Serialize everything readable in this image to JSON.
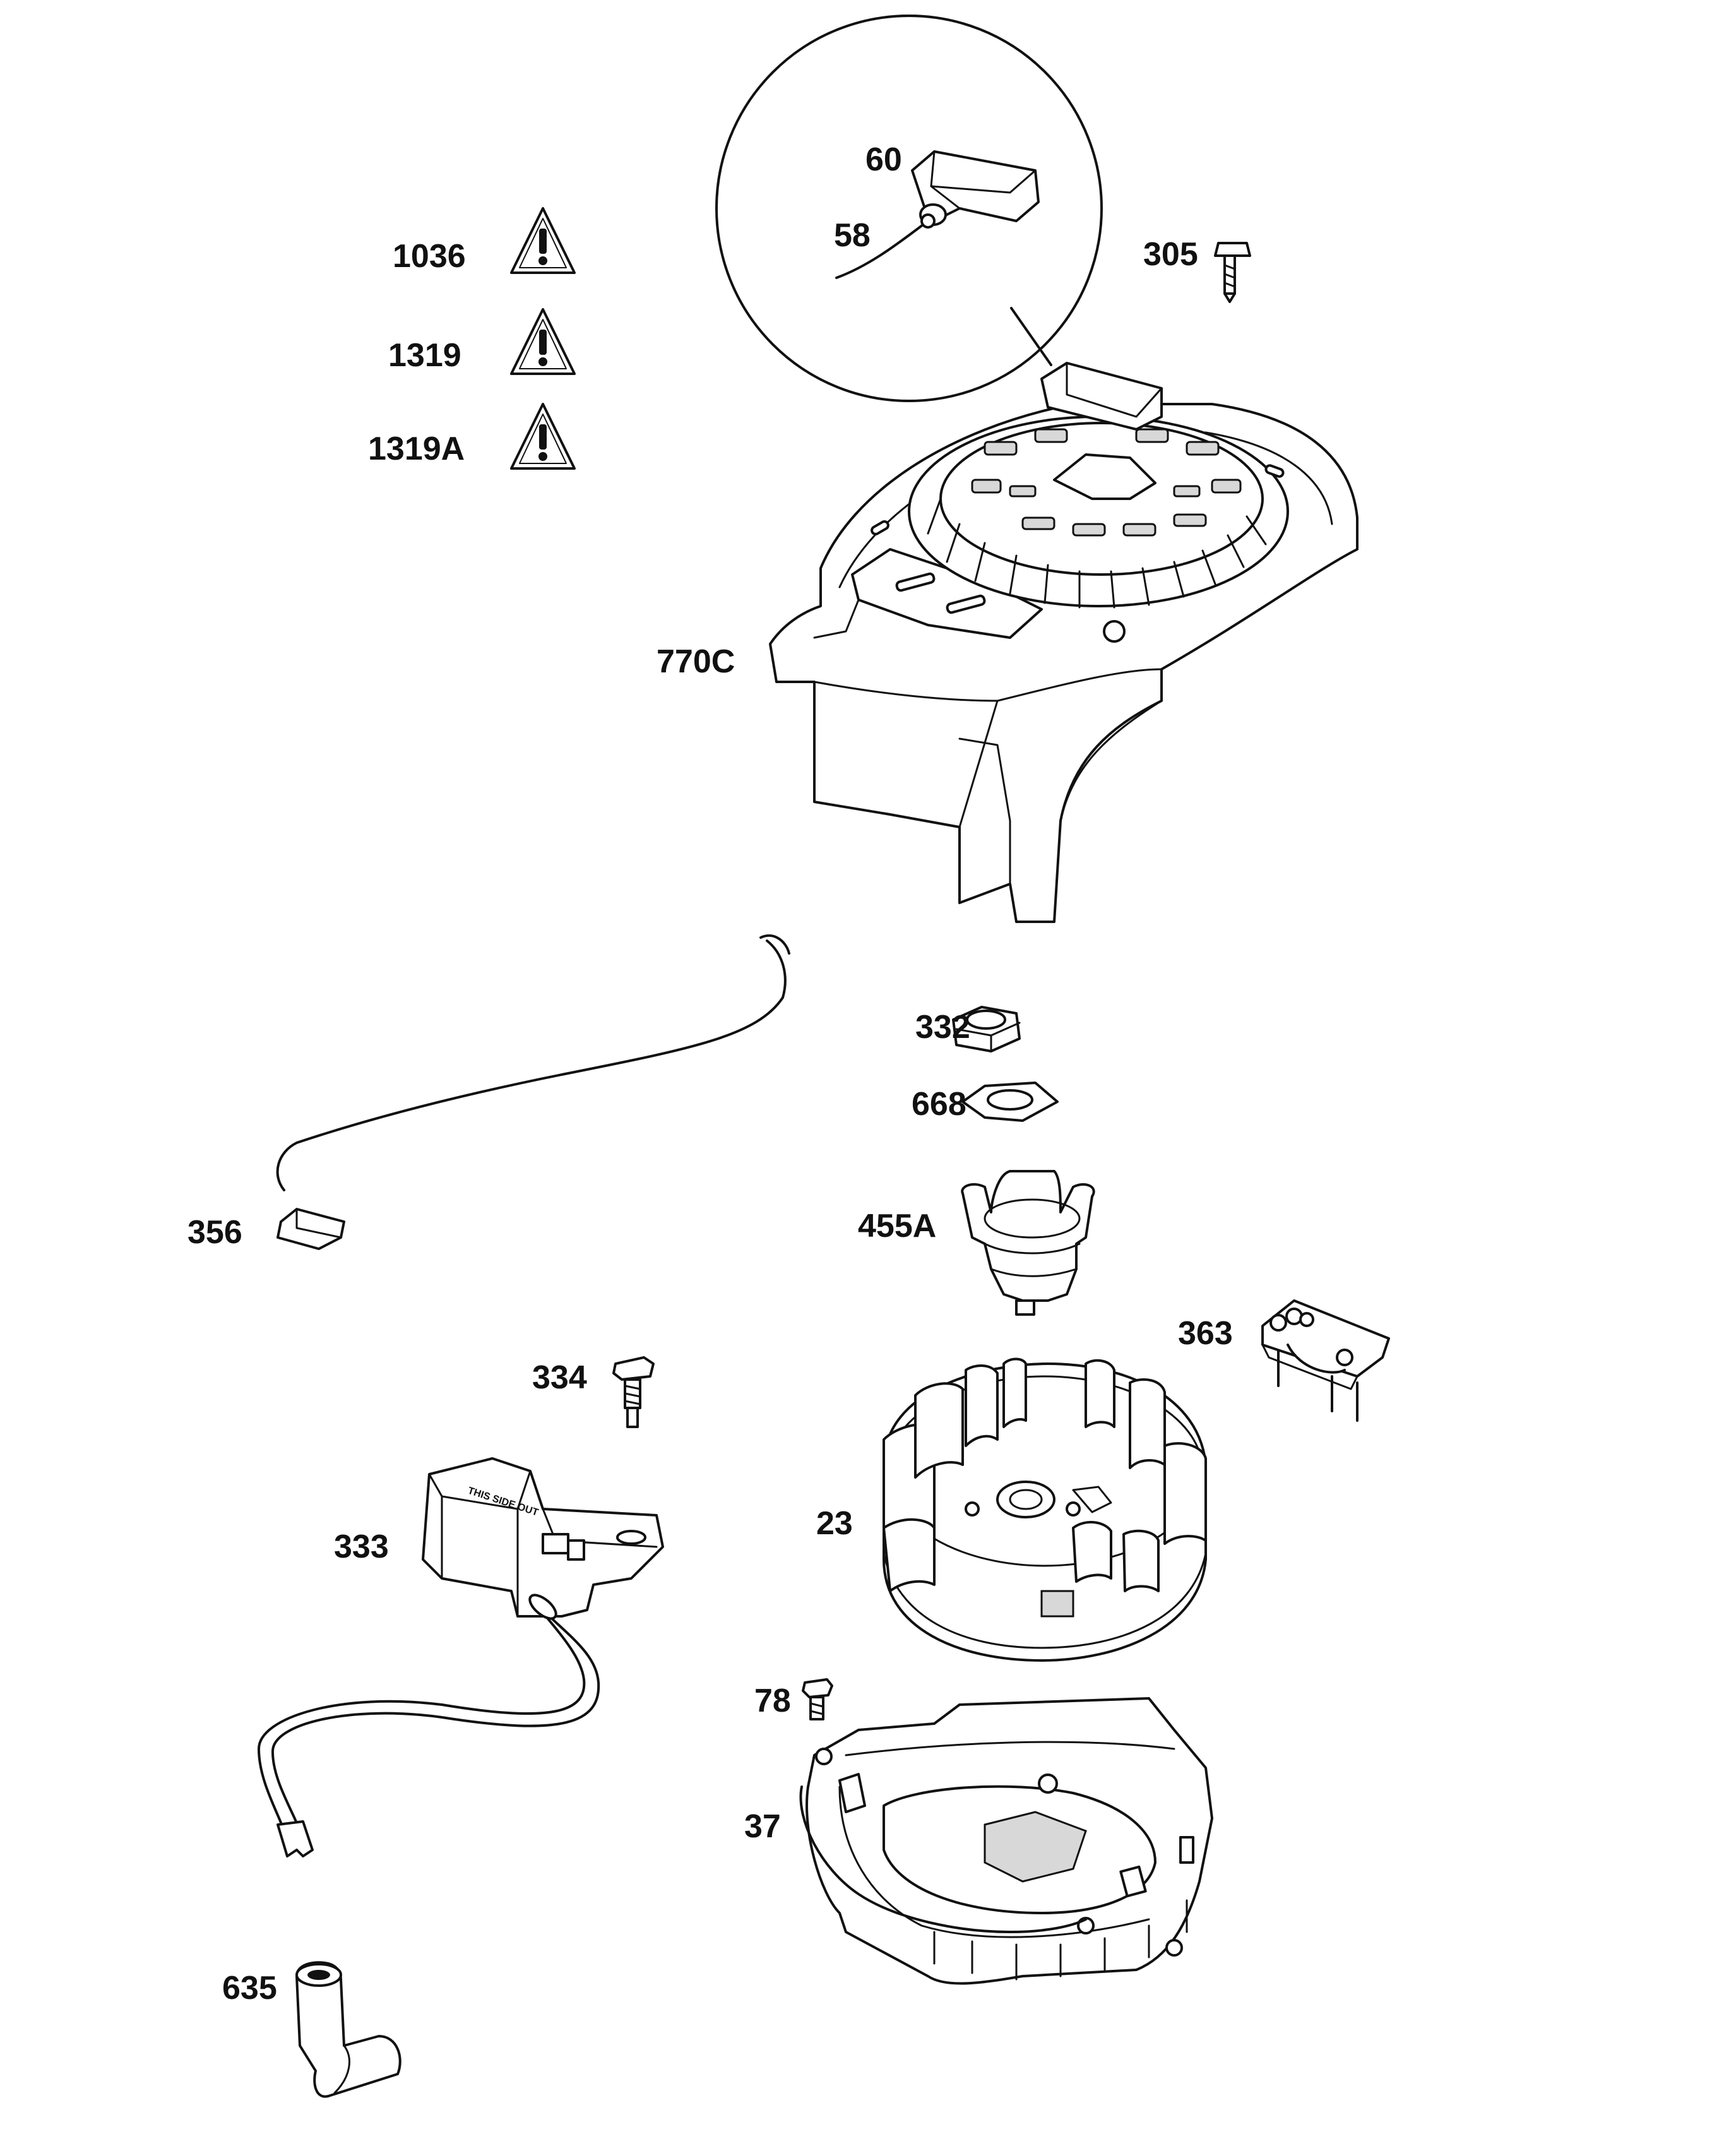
{
  "parts": {
    "p60": "60",
    "p58": "58",
    "p305": "305",
    "p1036": "1036",
    "p1319": "1319",
    "p1319a": "1319A",
    "p770c": "770C",
    "p332": "332",
    "p668": "668",
    "p356": "356",
    "p455a": "455A",
    "p363": "363",
    "p334": "334",
    "p333": "333",
    "p23": "23",
    "p78": "78",
    "p37": "37",
    "p635": "635"
  },
  "coil_print": "THIS SIDE OUT",
  "icons": {
    "warning": "warning-triangle-icon"
  },
  "colors": {
    "line": "#111111",
    "background": "#ffffff"
  }
}
